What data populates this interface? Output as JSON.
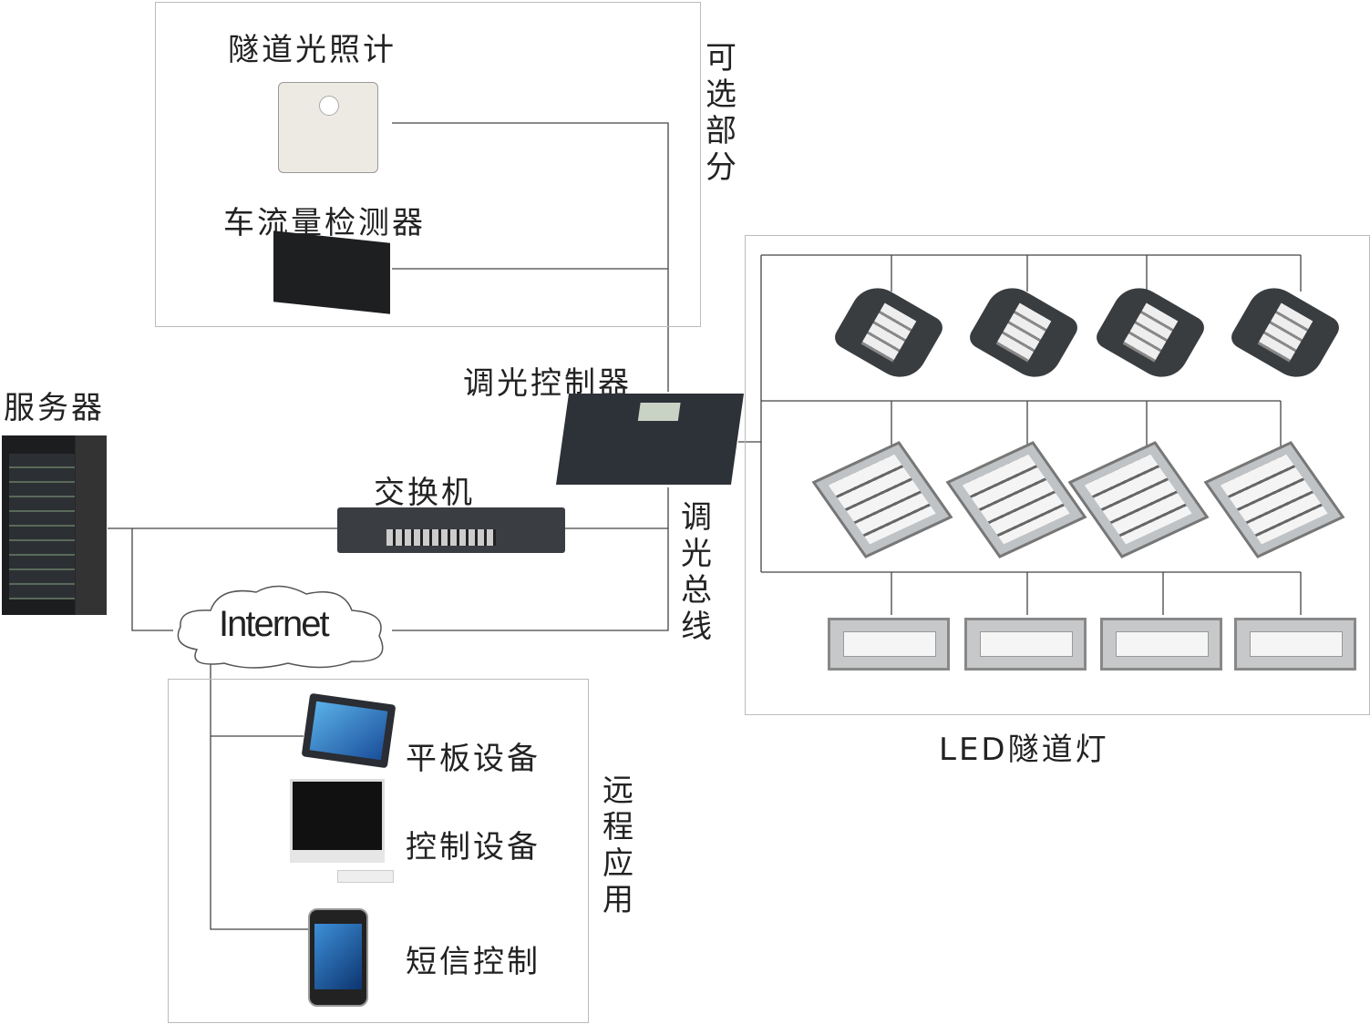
{
  "optional_section": {
    "title": "可选部分",
    "light_meter": "隧道光照计",
    "traffic_detector": "车流量检测器"
  },
  "dimming_controller": "调光控制器",
  "server": "服务器",
  "switch": "交换机",
  "internet": "Internet",
  "dimming_bus": "调光总线",
  "remote": {
    "title": "远程应用",
    "tablet": "平板设备",
    "control": "控制设备",
    "sms": "短信控制"
  },
  "led_lights": "LED隧道灯"
}
